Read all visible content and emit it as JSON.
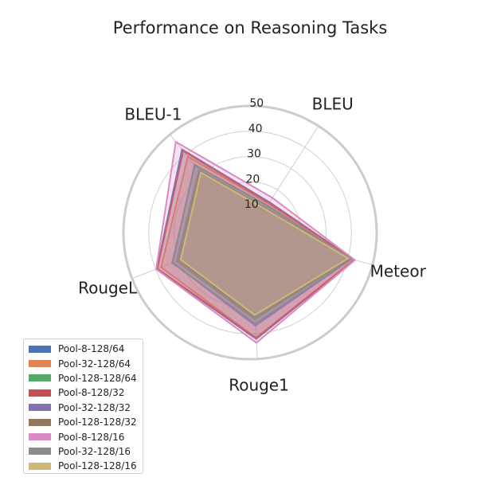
{
  "chart_data": {
    "type": "radar",
    "title": "Performance on Reasoning Tasks",
    "axes": [
      "BLEU",
      "BLEU-1",
      "RougeL",
      "Rouge1",
      "Meteor"
    ],
    "r_ticks": [
      "10",
      "20",
      "30",
      "40",
      "50"
    ],
    "rlim": [
      0,
      50
    ],
    "grid": true,
    "legend_position": "lower-left",
    "series": [
      {
        "name": "Pool-8-128/64",
        "color": "#4c72b0",
        "values": [
          14.2,
          42.4,
          39.5,
          42.1,
          42.6
        ]
      },
      {
        "name": "Pool-32-128/64",
        "color": "#dd8452",
        "values": [
          13.6,
          38.8,
          37.7,
          41.7,
          42.3
        ]
      },
      {
        "name": "Pool-128-128/64",
        "color": "#55a868",
        "values": [
          11.5,
          32.0,
          31.1,
          34.4,
          40.5
        ]
      },
      {
        "name": "Pool-8-128/32",
        "color": "#c44e52",
        "values": [
          13.9,
          41.7,
          39.3,
          41.7,
          42.6
        ]
      },
      {
        "name": "Pool-32-128/32",
        "color": "#8172b3",
        "values": [
          12.5,
          34.6,
          32.8,
          36.8,
          41.3
        ]
      },
      {
        "name": "Pool-128-128/32",
        "color": "#937860",
        "values": [
          11.3,
          31.4,
          30.2,
          33.6,
          40.4
        ]
      },
      {
        "name": "Pool-8-128/16",
        "color": "#da8bc3",
        "values": [
          16.3,
          46.3,
          39.8,
          43.6,
          42.8
        ]
      },
      {
        "name": "Pool-32-128/16",
        "color": "#8c8c8c",
        "values": [
          12.7,
          34.4,
          33.0,
          36.0,
          41.1
        ]
      },
      {
        "name": "Pool-128-128/16",
        "color": "#ccb974",
        "values": [
          11.0,
          30.6,
          29.4,
          32.6,
          40.1
        ]
      }
    ]
  }
}
